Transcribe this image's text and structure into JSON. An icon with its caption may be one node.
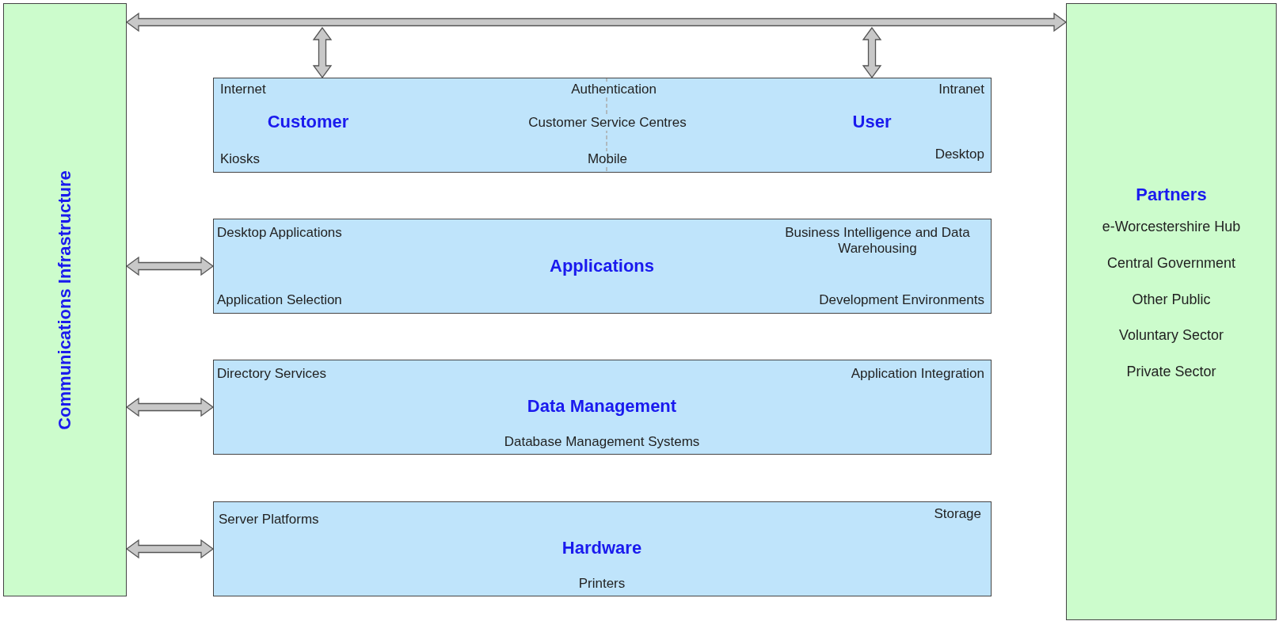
{
  "diagram": {
    "nodes": [
      {
        "text": [
          "Communications Infrastructure"
        ]
      },
      {
        "text": [
          "Internet",
          "Authentication",
          "Intranet",
          "Customer",
          "Customer Service Centres",
          "User",
          "Kiosks",
          "Mobile",
          "Desktop"
        ]
      },
      {
        "text": [
          "Desktop Applications",
          "Business Intelligence and Data Warehousing",
          "Applications",
          "Application Selection",
          "Development Environments"
        ]
      },
      {
        "text": [
          "Directory Services",
          "Application Integration",
          "Data Management",
          "Database Management Systems"
        ]
      },
      {
        "text": [
          "Server Platforms",
          "Storage",
          "Hardware",
          "Printers"
        ]
      },
      {
        "text": [
          "Partners",
          "e-Worcestershire Hub",
          "Central Government",
          "Other Public",
          "Voluntary Sector",
          "Private Sector"
        ]
      }
    ],
    "edges": [
      {
        "from": 0,
        "to": 5,
        "arrow": "both"
      },
      {
        "from": null,
        "to": 1,
        "arrow": "both"
      },
      {
        "from": null,
        "to": 1,
        "arrow": "both"
      },
      {
        "from": 0,
        "to": 2,
        "arrow": "both"
      },
      {
        "from": 0,
        "to": 3,
        "arrow": "both"
      },
      {
        "from": 0,
        "to": 4,
        "arrow": "both"
      }
    ]
  }
}
